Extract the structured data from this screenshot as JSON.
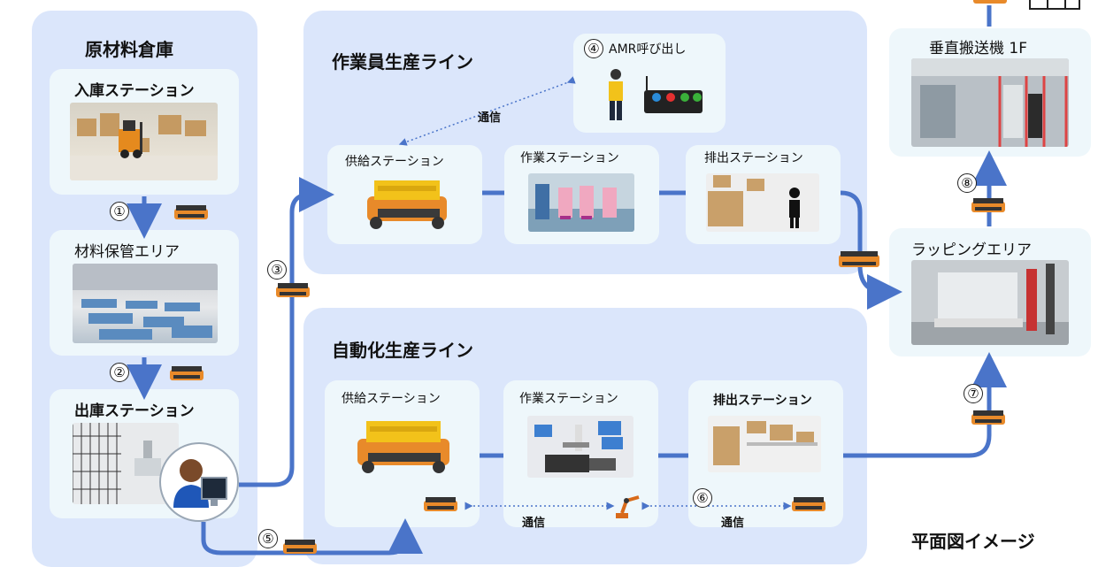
{
  "warehouse": {
    "title": "原材料倉庫",
    "inbound": "入庫ステーション",
    "storage": "材料保管エリア",
    "outbound": "出庫ステーション"
  },
  "manual_line": {
    "title": "作業員生産ライン",
    "supply": "供給ステーション",
    "work": "作業ステーション",
    "discharge": "排出ステーション"
  },
  "auto_line": {
    "title": "自動化生産ライン",
    "supply": "供給ステーション",
    "work": "作業ステーション",
    "discharge": "排出ステーション"
  },
  "amr_call": {
    "label": "AMR呼び出し"
  },
  "right": {
    "lift": "垂直搬送機 1F",
    "wrapping": "ラッピングエリア"
  },
  "comm": {
    "label1": "通信",
    "label2": "通信",
    "label3": "通信"
  },
  "steps": [
    "①",
    "②",
    "③",
    "④",
    "⑤",
    "⑥",
    "⑦",
    "⑧"
  ],
  "footer": "平面図イメージ",
  "colors": {
    "arrow": "#4a74c9",
    "panel": "#dbe6fb",
    "card": "#eef7fb",
    "agv_orange": "#e88a2a"
  }
}
